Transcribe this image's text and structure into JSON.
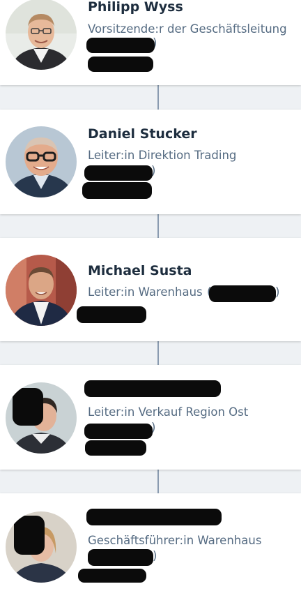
{
  "people": [
    {
      "name": "Philipp Wyss",
      "role": "Vorsitzende:r der Geschäftsleitung",
      "avatar_icon": "person-photo-icon",
      "name_redacted": false
    },
    {
      "name": "Daniel Stucker",
      "role": "Leiter:in Direktion Trading",
      "avatar_icon": "person-photo-icon",
      "name_redacted": false
    },
    {
      "name": "Michael Susta",
      "role": "Leiter:in Warenhaus",
      "avatar_icon": "person-photo-icon",
      "name_redacted": false
    },
    {
      "name": "",
      "role": "Leiter:in Verkauf Region Ost",
      "avatar_icon": "person-photo-icon",
      "name_redacted": true
    },
    {
      "name": "",
      "role": "Geschäftsführer:in Warenhaus",
      "avatar_icon": "person-photo-icon",
      "name_redacted": true
    }
  ],
  "paren_open": "(",
  "paren_close": ")",
  "colors": {
    "background": "#eef1f4",
    "card": "#ffffff",
    "name_text": "#1d2d3e",
    "role_text": "#556b82",
    "connector": "#8a9bb0",
    "redaction": "#0b0b0b"
  }
}
